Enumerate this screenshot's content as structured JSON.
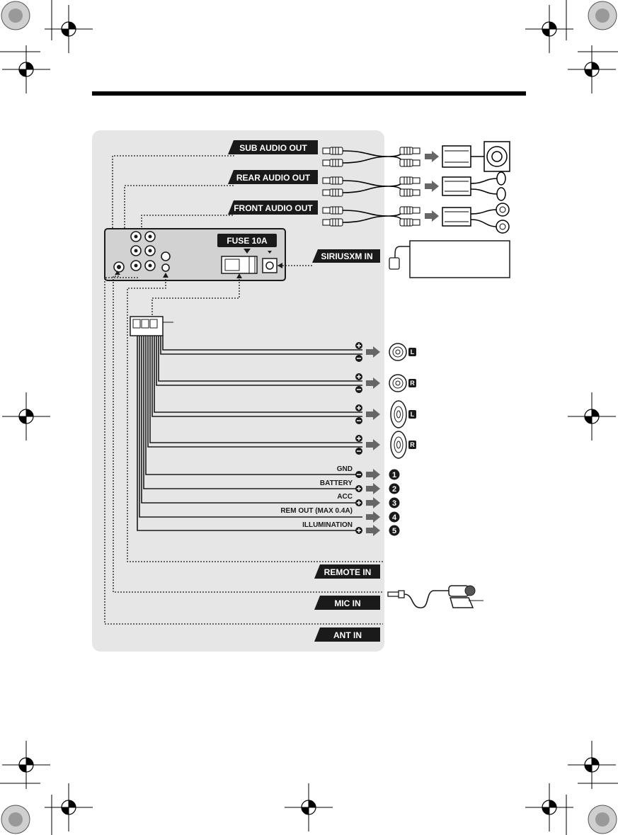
{
  "outputs": {
    "sub": "SUB AUDIO OUT",
    "rear": "REAR AUDIO OUT",
    "front": "FRONT AUDIO OUT"
  },
  "fuse_label": "FUSE 10A",
  "siriusxm_label": "SIRIUSXM IN",
  "inputs": {
    "remote": "REMOTE IN",
    "mic": "MIC IN",
    "ant": "ANT IN"
  },
  "speakers": [
    {
      "side": "L"
    },
    {
      "side": "R"
    },
    {
      "side": "L"
    },
    {
      "side": "R"
    }
  ],
  "power_wires": [
    {
      "label": "GND",
      "number": "1"
    },
    {
      "label": "BATTERY",
      "number": "2"
    },
    {
      "label": "ACC",
      "number": "3"
    },
    {
      "label": "REM OUT (MAX 0.4A)",
      "number": "4"
    },
    {
      "label": "ILLUMINATION",
      "number": "5"
    }
  ],
  "colors": {
    "panel": "#e6e6e6",
    "tag": "#1a1a1a",
    "arrow": "#666666",
    "line": "#1a1a1a"
  }
}
